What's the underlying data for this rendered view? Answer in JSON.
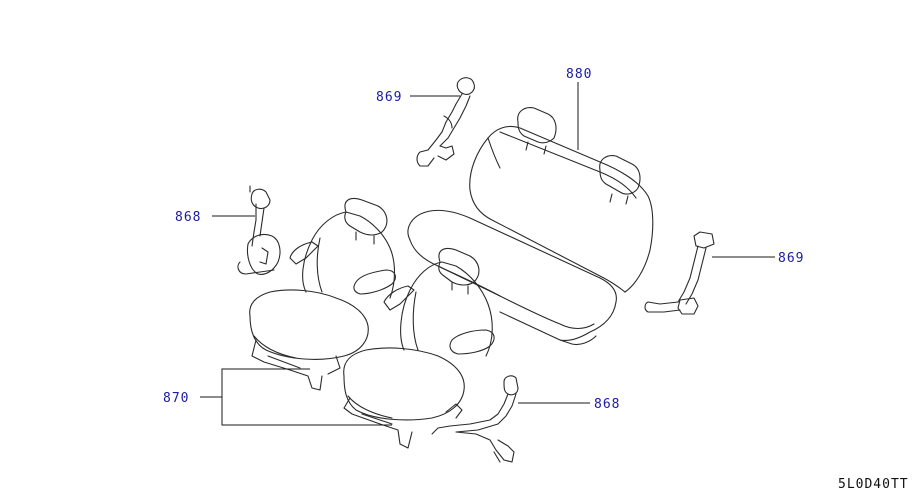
{
  "callouts": [
    {
      "id": "rear-belt-upper-left",
      "label": "869"
    },
    {
      "id": "rear-seat",
      "label": "880"
    },
    {
      "id": "front-belt-left",
      "label": "868"
    },
    {
      "id": "rear-belt-right",
      "label": "869"
    },
    {
      "id": "front-seats",
      "label": "870"
    },
    {
      "id": "front-belt-right",
      "label": "868"
    }
  ],
  "diagram_code": "5L0D40TT",
  "colors": {
    "callout_text": "#1a1aa6",
    "line_art": "#2b2b2b",
    "background": "#ffffff"
  }
}
